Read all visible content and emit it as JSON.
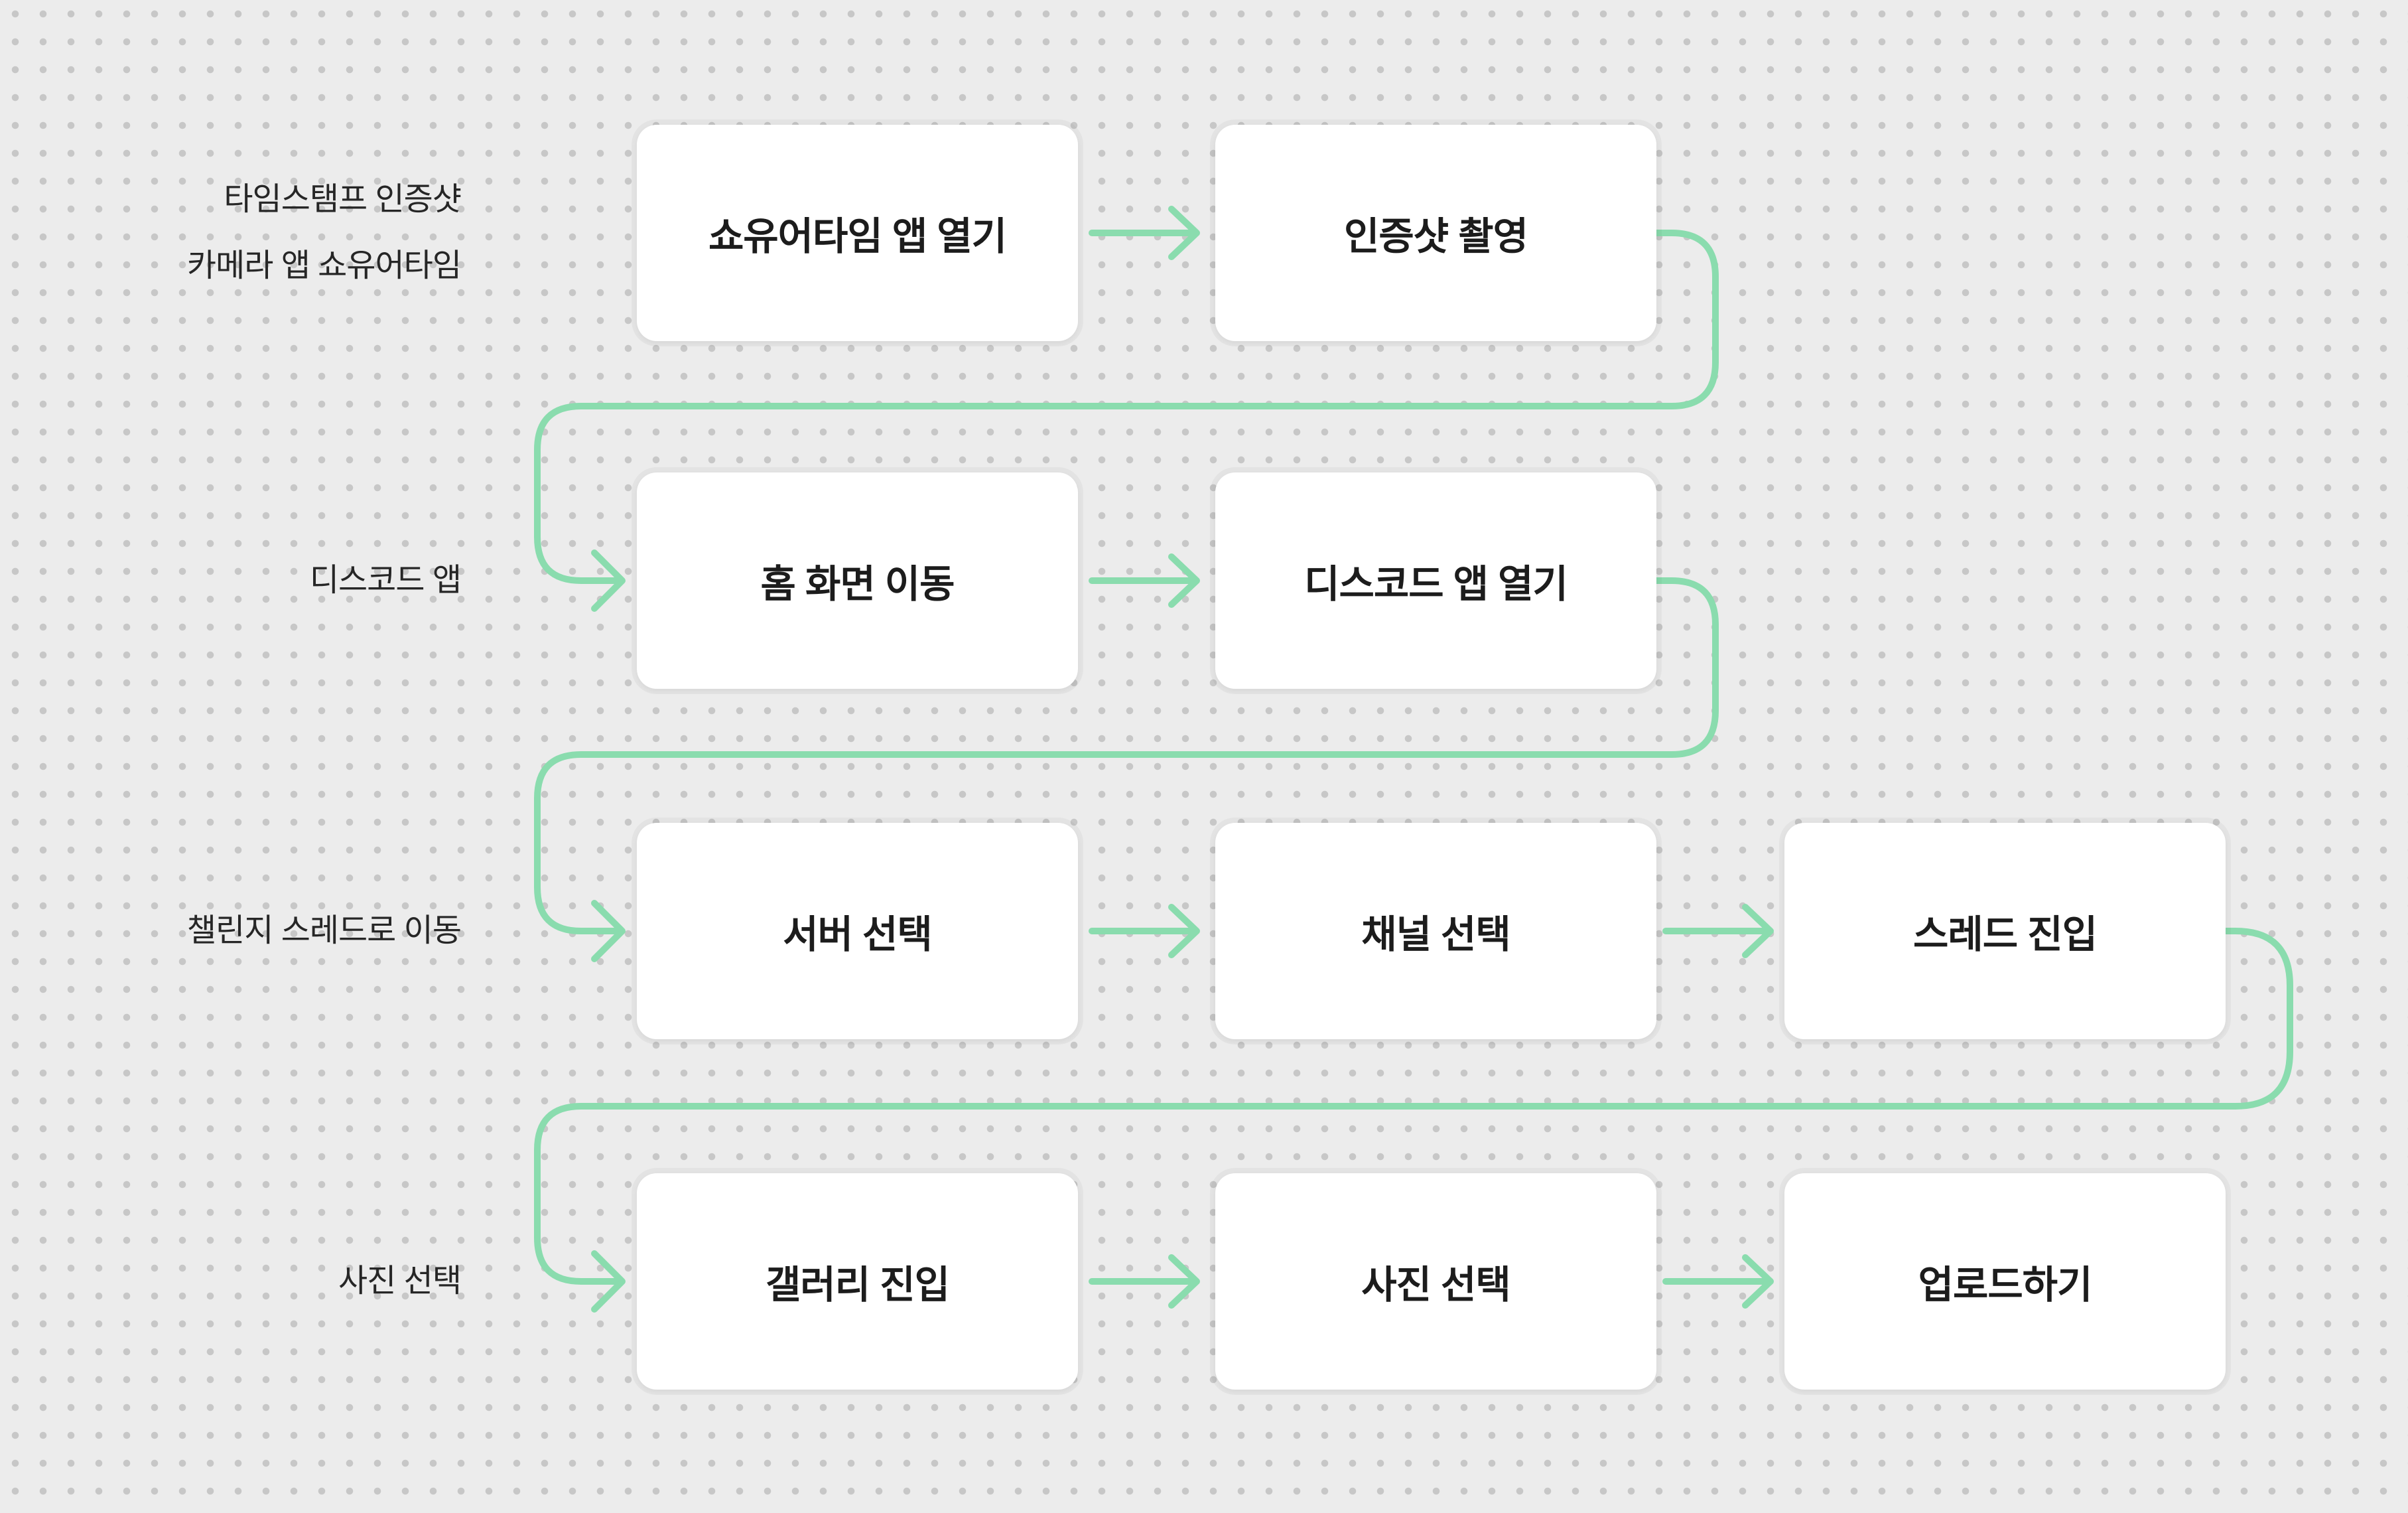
{
  "colors": {
    "background": "#ececec",
    "dot": "#c7c7c7",
    "connector": "#8adcae",
    "box_bg": "#ffffff",
    "box_text": "#1c1c1c",
    "label_text": "#262626"
  },
  "rows": [
    {
      "label_lines": [
        "타임스탬프 인증샷",
        "카메라 앱 쇼유어타임"
      ],
      "steps": [
        "쇼유어타임 앱 열기",
        "인증샷 촬영"
      ]
    },
    {
      "label_lines": [
        "디스코드 앱"
      ],
      "steps": [
        "홈 화면 이동",
        "디스코드 앱 열기"
      ]
    },
    {
      "label_lines": [
        "챌린지 스레드로 이동"
      ],
      "steps": [
        "서버 선택",
        "채널 선택",
        "스레드 진입"
      ]
    },
    {
      "label_lines": [
        "사진 선택"
      ],
      "steps": [
        "갤러리 진입",
        "사진 선택",
        "업로드하기"
      ]
    }
  ]
}
